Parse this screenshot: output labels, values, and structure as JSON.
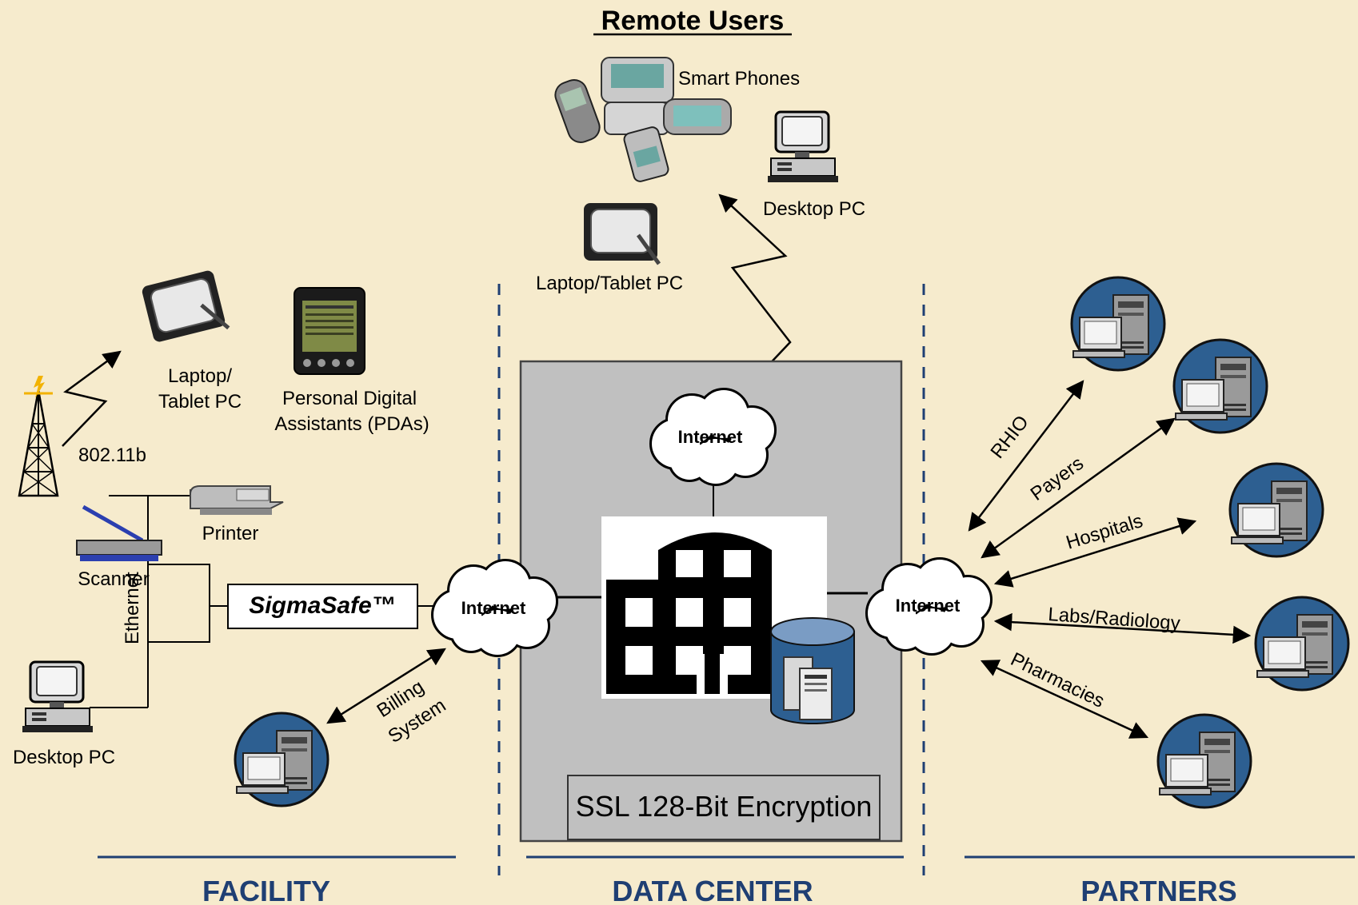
{
  "title": "Remote Users",
  "sections": {
    "facility": "FACILITY",
    "data_center": "DATA CENTER",
    "partners": "PARTNERS"
  },
  "remote": {
    "smart_phones": "Smart Phones",
    "desktop_pc": "Desktop PC",
    "laptop_tablet": "Laptop/Tablet PC"
  },
  "facility": {
    "laptop_line1": "Laptop/",
    "laptop_line2": "Tablet PC",
    "pda_line1": "Personal Digital",
    "pda_line2": "Assistants (PDAs)",
    "wifi": "802.11b",
    "printer": "Printer",
    "scanner": "Scanner",
    "ethernet": "Ethernet",
    "product": "SigmaSafe™",
    "desktop_pc": "Desktop PC",
    "billing_line1": "Billing",
    "billing_line2": "System"
  },
  "clouds": {
    "center": "Internet",
    "left": "Internet",
    "right": "Internet"
  },
  "data_center": {
    "encryption": "SSL 128-Bit Encryption"
  },
  "partners": {
    "rhio": "RHIO",
    "payers": "Payers",
    "hospitals": "Hospitals",
    "labs": "Labs/Radiology",
    "pharmacies": "Pharmacies"
  },
  "colors": {
    "background": "#f6ebcd",
    "section_text": "#1f3f73",
    "divider": "#1f3f73",
    "globe": "#2d5f91",
    "datacenter_fill": "#c0c0c0"
  },
  "icons": [
    "cell-tower-icon",
    "tablet-pc-icon",
    "pda-icon",
    "printer-icon",
    "scanner-icon",
    "desktop-pc-icon",
    "smart-phones-icon",
    "building-icon",
    "database-icon",
    "globe-workstation-icon",
    "cloud-icon"
  ]
}
